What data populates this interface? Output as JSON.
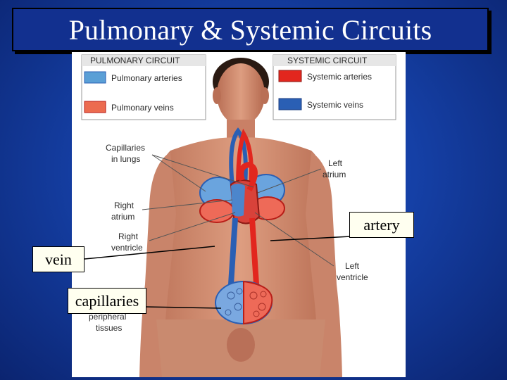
{
  "slide": {
    "title": "Pulmonary & Systemic Circuits"
  },
  "legend": {
    "pulmonary": {
      "heading": "PULMONARY CIRCUIT",
      "items": [
        {
          "label": "Pulmonary arteries",
          "color": "#5a9fd6"
        },
        {
          "label": "Pulmonary veins",
          "color": "#ec6b4f"
        }
      ]
    },
    "systemic": {
      "heading": "SYSTEMIC CIRCUIT",
      "items": [
        {
          "label": "Systemic arteries",
          "color": "#e2261e"
        },
        {
          "label": "Systemic veins",
          "color": "#2a5fb4"
        }
      ]
    }
  },
  "labels": {
    "capillaries_lungs": [
      "Capillaries",
      "in lungs"
    ],
    "left_atrium": [
      "Left",
      "atrium"
    ],
    "right_atrium": [
      "Right",
      "atrium"
    ],
    "right_ventricle": [
      "Right",
      "ventricle"
    ],
    "left_ventricle": [
      "Left",
      "ventricle"
    ],
    "peripheral_tissues": [
      "peripheral",
      "tissues"
    ]
  },
  "overlays": {
    "artery": "artery",
    "vein": "vein",
    "capillaries": "capillaries"
  },
  "colors": {
    "skin": "#d9957a",
    "artery_red": "#e2261e",
    "vein_blue": "#2a5fb4"
  }
}
